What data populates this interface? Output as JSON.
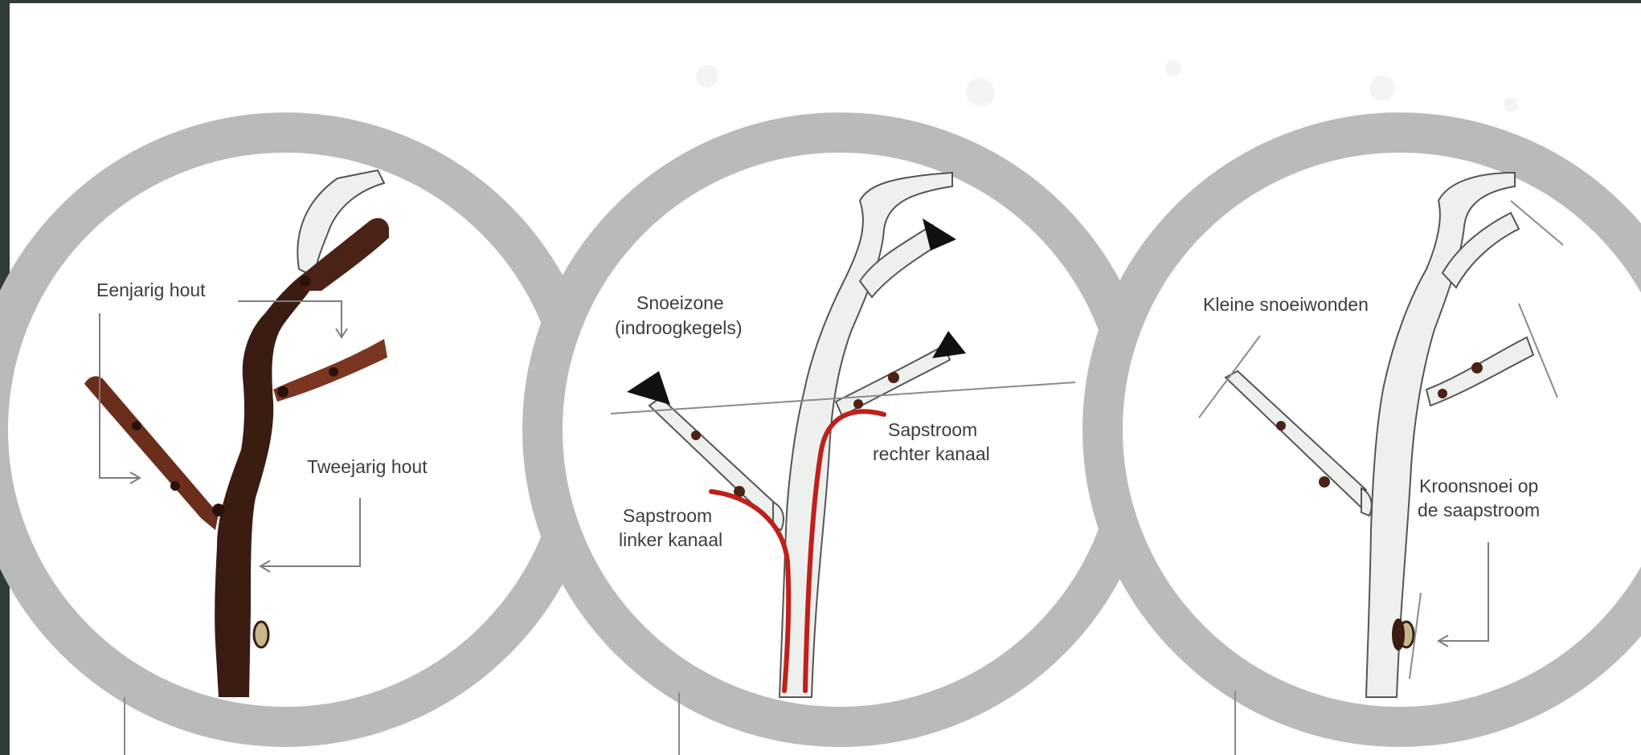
{
  "panels": [
    {
      "id": "jaarhout",
      "labels": {
        "eenjarig": "Eenjarig hout",
        "tweejarig": "Tweejarig hout"
      }
    },
    {
      "id": "sapstroom",
      "labels": {
        "snoeizone_line1": "Snoeizone",
        "snoeizone_line2": "(indroogkegels)",
        "rechts_line1": "Sapstroom",
        "rechts_line2": "rechter kanaal",
        "links_line1": "Sapstroom",
        "links_line2": "linker kanaal"
      }
    },
    {
      "id": "snoeiwonden",
      "labels": {
        "kleine": "Kleine snoeiwonden",
        "kroon_line1": "Kroonsnoei op",
        "kroon_line2": "de saapstroom"
      }
    }
  ],
  "colors": {
    "ring": "#b9babc",
    "paper": "#ffffff",
    "page_edge": "#2f3b36",
    "wood_old": "#3a1c12",
    "wood_young": "#6b2e1c",
    "pale_wood": "#eef0ee",
    "sap_flow": "#c0201b",
    "leader_line": "#7d7d7d"
  }
}
